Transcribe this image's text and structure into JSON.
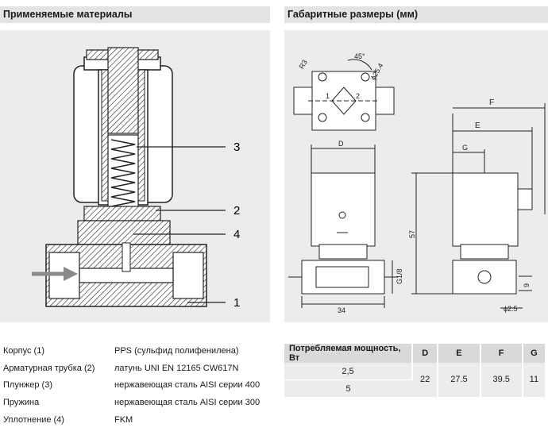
{
  "headers": {
    "materials": "Применяемые материалы",
    "dimensions": "Габаритные размеры (мм)"
  },
  "callouts": [
    "1",
    "2",
    "3",
    "4"
  ],
  "drawing_labels": {
    "r3": "R3",
    "angle": "45°",
    "phi254": "ϕ25.4",
    "port1": "1",
    "port2": "2",
    "F": "F",
    "E": "E",
    "G": "G",
    "D": "D",
    "dim57": "57",
    "g18": "G1/8",
    "dim34": "34",
    "dim9": "9",
    "phi25": "ϕ2.5"
  },
  "materials": [
    {
      "part": "Корпус (1)",
      "material": "PPS (сульфид полифенилена)"
    },
    {
      "part": "Арматурная трубка (2)",
      "material": "латунь UNI EN 12165 CW617N"
    },
    {
      "part": "Плунжер (3)",
      "material": "нержавеющая сталь AISI серии 400"
    },
    {
      "part": "Пружина",
      "material": "нержавеющая сталь AISI серии 300"
    },
    {
      "part": "Уплотнение (4)",
      "material": "FKM"
    }
  ],
  "dims_table": {
    "headers": [
      "Потребляемая мощность, Вт",
      "D",
      "E",
      "F",
      "G"
    ],
    "power": [
      "2,5",
      "5"
    ],
    "values": [
      "22",
      "27.5",
      "39.5",
      "11"
    ]
  },
  "colors": {
    "panel": "#ececec",
    "header": "#e3e3e3",
    "arrow": "#8a8a8a"
  }
}
